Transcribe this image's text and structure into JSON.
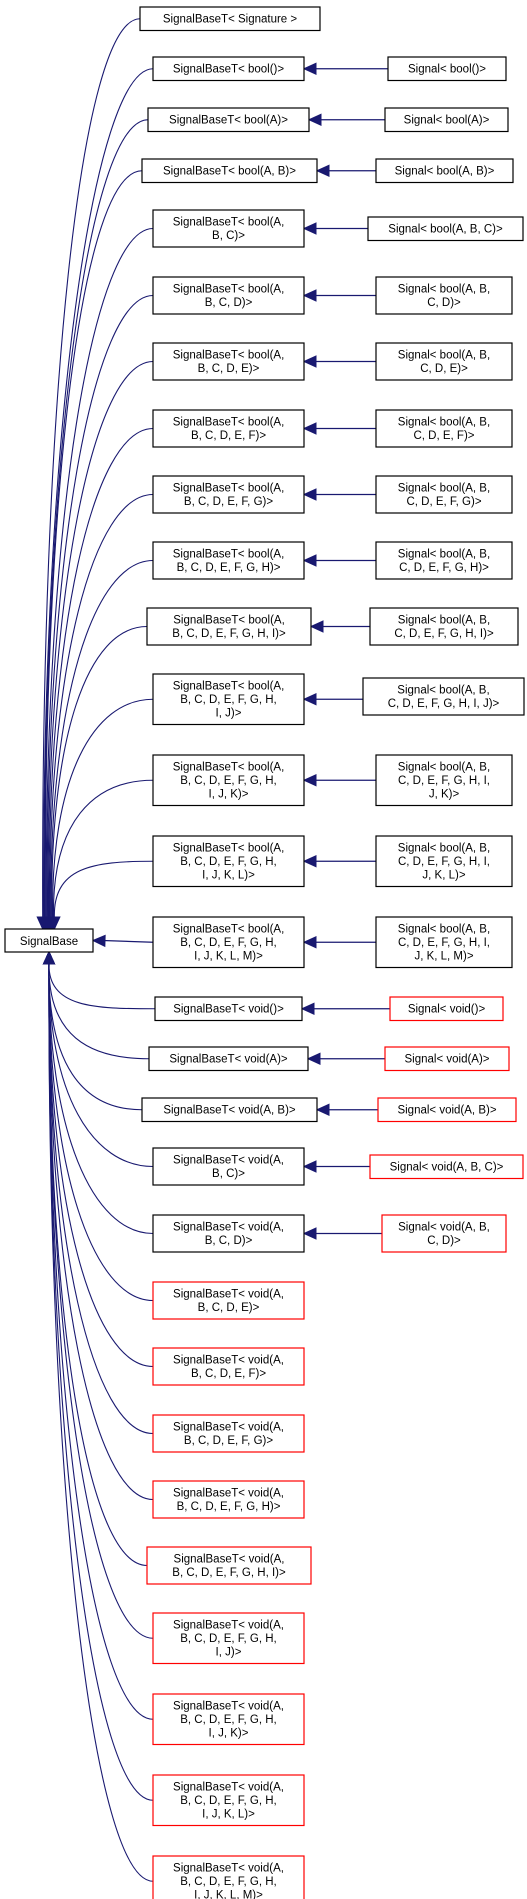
{
  "colors": {
    "edge": "#191970",
    "border_black": "#000000",
    "border_red": "#ff0000",
    "root_fill": "#bfbfbf"
  },
  "root": {
    "label": "SignalBase"
  },
  "bases": [
    {
      "lines": [
        "SignalBaseT< Signature >"
      ],
      "red": false
    },
    {
      "lines": [
        "SignalBaseT< bool()>"
      ],
      "red": false
    },
    {
      "lines": [
        "SignalBaseT< bool(A)>"
      ],
      "red": false
    },
    {
      "lines": [
        "SignalBaseT< bool(A, B)>"
      ],
      "red": false
    },
    {
      "lines": [
        "SignalBaseT< bool(A,",
        "B, C)>"
      ],
      "red": false
    },
    {
      "lines": [
        "SignalBaseT< bool(A,",
        "B, C, D)>"
      ],
      "red": false
    },
    {
      "lines": [
        "SignalBaseT< bool(A,",
        "B, C, D, E)>"
      ],
      "red": false
    },
    {
      "lines": [
        "SignalBaseT< bool(A,",
        "B, C, D, E, F)>"
      ],
      "red": false
    },
    {
      "lines": [
        "SignalBaseT< bool(A,",
        "B, C, D, E, F, G)>"
      ],
      "red": false
    },
    {
      "lines": [
        "SignalBaseT< bool(A,",
        "B, C, D, E, F, G, H)>"
      ],
      "red": false
    },
    {
      "lines": [
        "SignalBaseT< bool(A,",
        "B, C, D, E, F, G, H, I)>"
      ],
      "red": false
    },
    {
      "lines": [
        "SignalBaseT< bool(A,",
        "B, C, D, E, F, G, H,",
        "I, J)>"
      ],
      "red": false
    },
    {
      "lines": [
        "SignalBaseT< bool(A,",
        "B, C, D, E, F, G, H,",
        "I, J, K)>"
      ],
      "red": false
    },
    {
      "lines": [
        "SignalBaseT< bool(A,",
        "B, C, D, E, F, G, H,",
        "I, J, K, L)>"
      ],
      "red": false
    },
    {
      "lines": [
        "SignalBaseT< bool(A,",
        "B, C, D, E, F, G, H,",
        "I, J, K, L, M)>"
      ],
      "red": false
    },
    {
      "lines": [
        "SignalBaseT< void()>"
      ],
      "red": false
    },
    {
      "lines": [
        "SignalBaseT< void(A)>"
      ],
      "red": false
    },
    {
      "lines": [
        "SignalBaseT< void(A, B)>"
      ],
      "red": false
    },
    {
      "lines": [
        "SignalBaseT< void(A,",
        "B, C)>"
      ],
      "red": false
    },
    {
      "lines": [
        "SignalBaseT< void(A,",
        "B, C, D)>"
      ],
      "red": false
    },
    {
      "lines": [
        "SignalBaseT< void(A,",
        "B, C, D, E)>"
      ],
      "red": true
    },
    {
      "lines": [
        "SignalBaseT< void(A,",
        "B, C, D, E, F)>"
      ],
      "red": true
    },
    {
      "lines": [
        "SignalBaseT< void(A,",
        "B, C, D, E, F, G)>"
      ],
      "red": true
    },
    {
      "lines": [
        "SignalBaseT< void(A,",
        "B, C, D, E, F, G, H)>"
      ],
      "red": true
    },
    {
      "lines": [
        "SignalBaseT< void(A,",
        "B, C, D, E, F, G, H, I)>"
      ],
      "red": true
    },
    {
      "lines": [
        "SignalBaseT< void(A,",
        "B, C, D, E, F, G, H,",
        "I, J)>"
      ],
      "red": true
    },
    {
      "lines": [
        "SignalBaseT< void(A,",
        "B, C, D, E, F, G, H,",
        "I, J, K)>"
      ],
      "red": true
    },
    {
      "lines": [
        "SignalBaseT< void(A,",
        "B, C, D, E, F, G, H,",
        "I, J, K, L)>"
      ],
      "red": true
    },
    {
      "lines": [
        "SignalBaseT< void(A,",
        "B, C, D, E, F, G, H,",
        "I, J, K, L, M)>"
      ],
      "red": true
    }
  ],
  "derived": [
    {
      "base": 1,
      "lines": [
        "Signal< bool()>"
      ],
      "red": false
    },
    {
      "base": 2,
      "lines": [
        "Signal< bool(A)>"
      ],
      "red": false
    },
    {
      "base": 3,
      "lines": [
        "Signal< bool(A, B)>"
      ],
      "red": false
    },
    {
      "base": 4,
      "lines": [
        "Signal< bool(A, B, C)>"
      ],
      "red": false
    },
    {
      "base": 5,
      "lines": [
        "Signal< bool(A, B,",
        "C, D)>"
      ],
      "red": false
    },
    {
      "base": 6,
      "lines": [
        "Signal< bool(A, B,",
        "C, D, E)>"
      ],
      "red": false
    },
    {
      "base": 7,
      "lines": [
        "Signal< bool(A, B,",
        "C, D, E, F)>"
      ],
      "red": false
    },
    {
      "base": 8,
      "lines": [
        "Signal< bool(A, B,",
        "C, D, E, F, G)>"
      ],
      "red": false
    },
    {
      "base": 9,
      "lines": [
        "Signal< bool(A, B,",
        "C, D, E, F, G, H)>"
      ],
      "red": false
    },
    {
      "base": 10,
      "lines": [
        "Signal< bool(A, B,",
        "C, D, E, F, G, H, I)>"
      ],
      "red": false
    },
    {
      "base": 11,
      "lines": [
        "Signal< bool(A, B,",
        "C, D, E, F, G, H, I, J)>"
      ],
      "red": false
    },
    {
      "base": 12,
      "lines": [
        "Signal< bool(A, B,",
        "C, D, E, F, G, H, I,",
        "J, K)>"
      ],
      "red": false
    },
    {
      "base": 13,
      "lines": [
        "Signal< bool(A, B,",
        "C, D, E, F, G, H, I,",
        "J, K, L)>"
      ],
      "red": false
    },
    {
      "base": 14,
      "lines": [
        "Signal< bool(A, B,",
        "C, D, E, F, G, H, I,",
        "J, K, L, M)>"
      ],
      "red": false
    },
    {
      "base": 15,
      "lines": [
        "Signal< void()>"
      ],
      "red": true
    },
    {
      "base": 16,
      "lines": [
        "Signal< void(A)>"
      ],
      "red": true
    },
    {
      "base": 17,
      "lines": [
        "Signal< void(A, B)>"
      ],
      "red": true
    },
    {
      "base": 18,
      "lines": [
        "Signal< void(A, B, C)>"
      ],
      "red": true
    },
    {
      "base": 19,
      "lines": [
        "Signal< void(A, B,",
        "C, D)>"
      ],
      "red": true
    }
  ]
}
